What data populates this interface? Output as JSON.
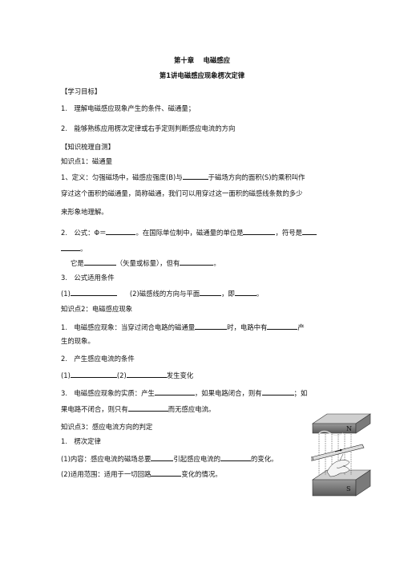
{
  "title": "第十章　 电磁感应",
  "subtitle": "第1讲电磁感应现象楞次定律",
  "section_goals": "【学习目标】",
  "goal1": "1.　理解电磁感应现象产生的条件、磁通量；",
  "goal2": "2.　能够熟练应用楞次定律或右手定则判断感应电流的方向",
  "section_knowledge": "【知识梳理自测】",
  "kp1_heading": "知识点1：磁通量",
  "kp1_def_a": "1、定义：匀强磁场中，磁感应强度(B)与",
  "kp1_def_b": "于磁场方向的面积(S)的乘积叫作",
  "kp1_def_line2": "穿过这个面积的磁通量，简称磁通，我们可以用穿过这一面积的磁感线条数的多少",
  "kp1_def_line3": "来形象地理解。",
  "kp1_formula_a": "2.　公式：Φ＝",
  "kp1_formula_b": "。在国际单位制中，磁通量的单位是",
  "kp1_formula_c": "，符号是",
  "kp1_formula_end": "。",
  "kp1_type_a": "它是",
  "kp1_type_b": "（矢量或标量），但有",
  "kp1_type_c": "。",
  "kp1_cond_heading": "3.　公式适用条件",
  "kp1_cond_a": "(1)",
  "kp1_cond_b": "(2)磁感线的方向与平面",
  "kp1_cond_c": "，即",
  "kp1_cond_d": "。",
  "kp2_heading": "知识点2：电磁感应现象",
  "kp2_1a": "1.　电磁感应现象：当穿过闭合电路的磁通量",
  "kp2_1b": "时，电路中有",
  "kp2_1c": "产",
  "kp2_1_line2": "生的现象。",
  "kp2_2_heading": "2.　产生感应电流的条件",
  "kp2_2a": "(1)",
  "kp2_2b": "(2)",
  "kp2_2c": "发生变化",
  "kp2_3a": "3.　电磁感应现象的实质：产生",
  "kp2_3b": "，如果电路闭合，则有",
  "kp2_3c": "；如",
  "kp2_3_line2a": "果电路不闭合，则只有",
  "kp2_3_line2b": "而无感应电流。",
  "kp3_heading": "知识点3：感应电流方向的判定",
  "kp3_1": "1.　楞次定律",
  "kp3_content_a": "(1)内容：感应电流的磁场总要",
  "kp3_content_b": "引起感应电流的",
  "kp3_content_c": "的变化。",
  "kp3_scope_a": "(2)适用范围：适用于一切回路",
  "kp3_scope_b": "变化的情况。",
  "figure_pole_n": "N",
  "figure_pole_s": "S"
}
